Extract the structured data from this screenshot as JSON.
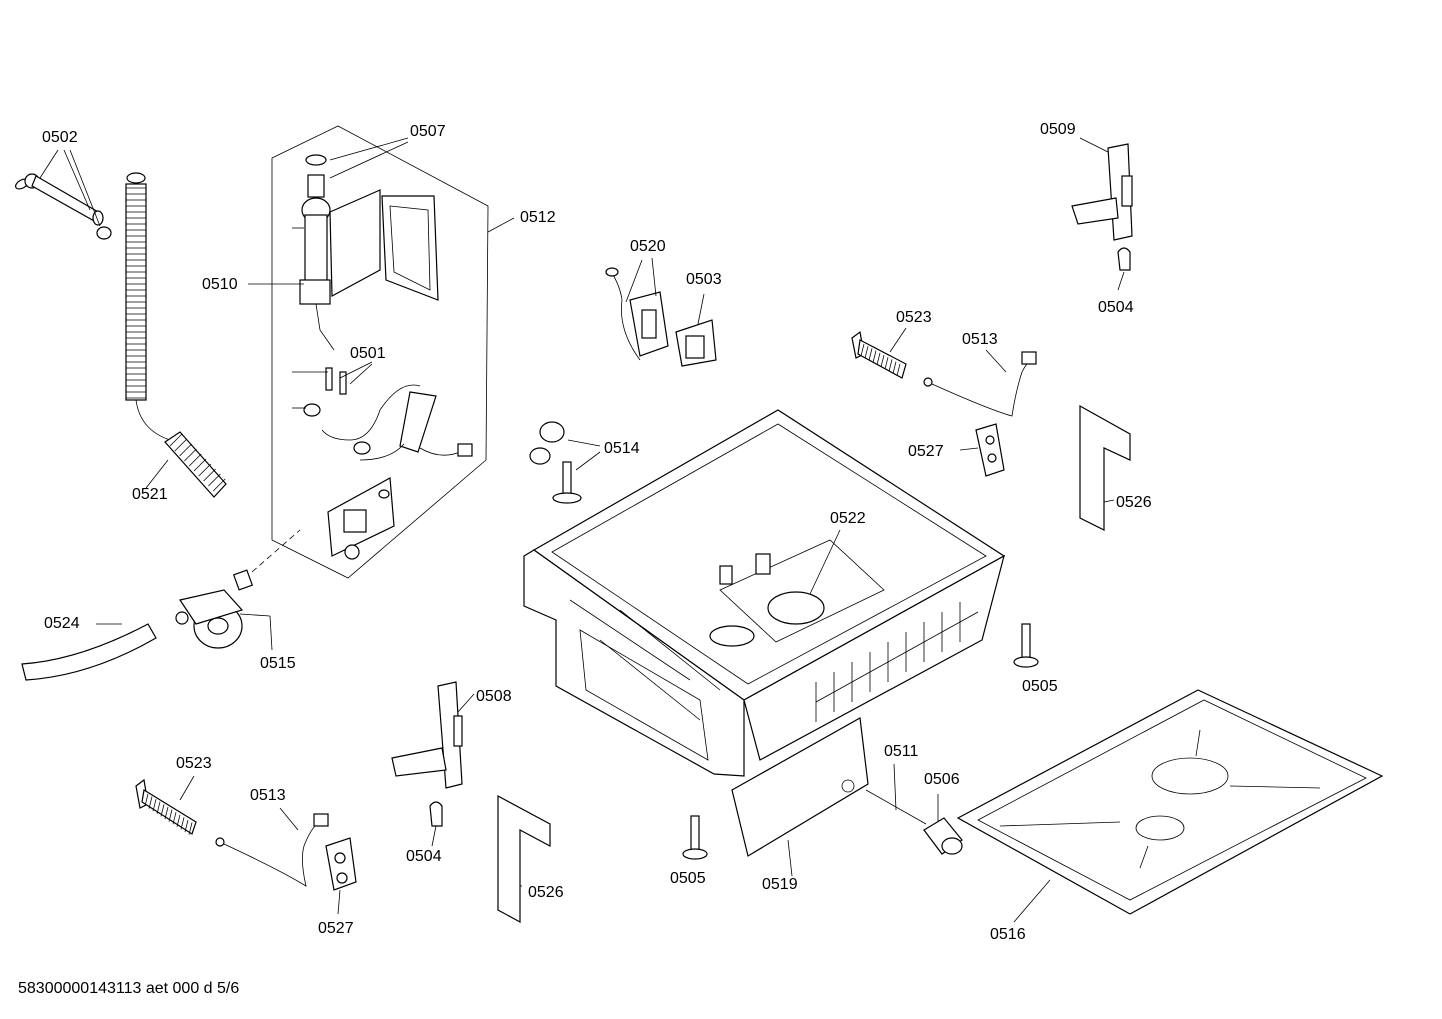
{
  "footer": "58300000143113 aet 000 d 5/6",
  "labels": {
    "l0502": "0502",
    "l0507": "0507",
    "l0512": "0512",
    "l0510": "0510",
    "l0501": "0501",
    "l0521": "0521",
    "l0524": "0524",
    "l0515": "0515",
    "l0520": "0520",
    "l0503": "0503",
    "l0514": "0514",
    "l0522": "0522",
    "l0523a": "0523",
    "l0513a": "0513",
    "l0527a": "0527",
    "l0509": "0509",
    "l0504a": "0504",
    "l0526a": "0526",
    "l0505a": "0505",
    "l0508": "0508",
    "l0504b": "0504",
    "l0523b": "0523",
    "l0513b": "0513",
    "l0527b": "0527",
    "l0526b": "0526",
    "l0505b": "0505",
    "l0519": "0519",
    "l0511": "0511",
    "l0506": "0506",
    "l0516": "0516"
  }
}
